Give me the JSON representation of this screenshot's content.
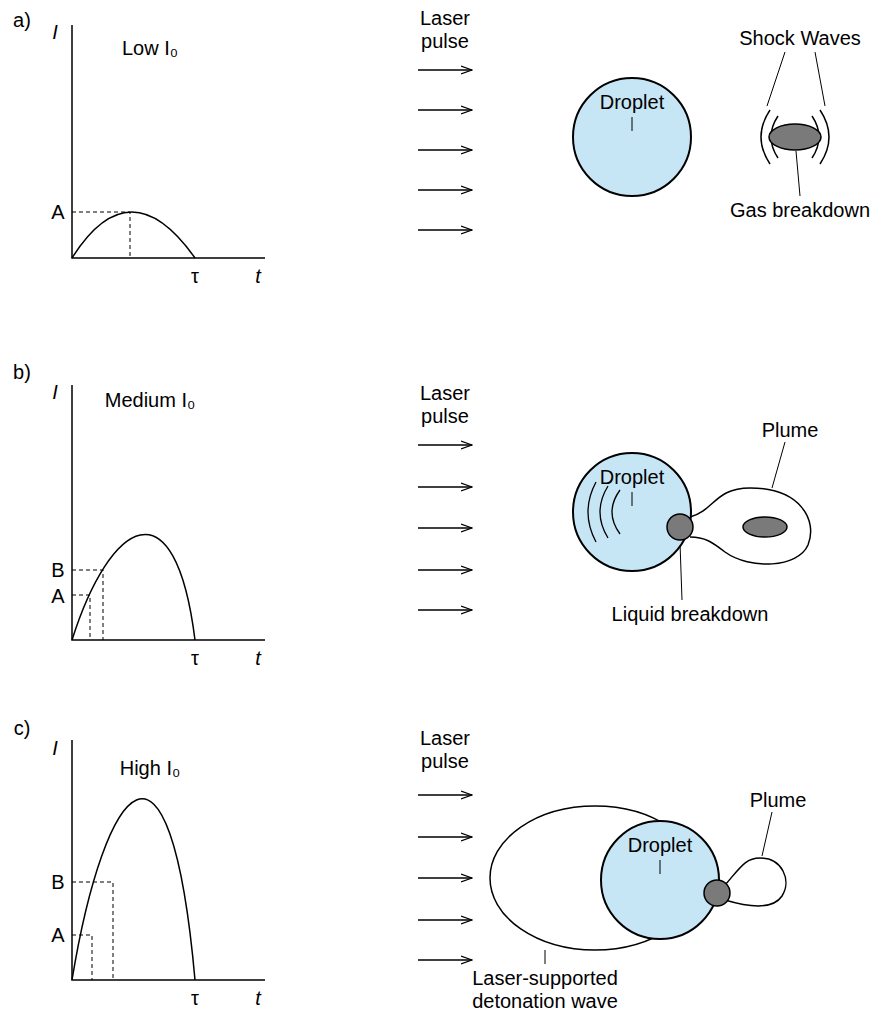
{
  "diagram": {
    "nodes": [
      {
        "text": [
          "Droplet"
        ]
      },
      {
        "text": [
          "Droplet"
        ]
      },
      {
        "text": [
          "Droplet"
        ]
      }
    ],
    "labels": [
      "a)",
      "I",
      "Low I₀",
      "A",
      "τ",
      "t",
      "Laser pulse",
      "Shock Waves",
      "Gas breakdown",
      "b)",
      "I",
      "Medium I₀",
      "B",
      "A",
      "τ",
      "t",
      "Laser pulse",
      "Plume",
      "Liquid breakdown",
      "c)",
      "I",
      "High I₀",
      "B",
      "A",
      "τ",
      "t",
      "Laser pulse",
      "Plume",
      "Laser-supported detonation wave"
    ]
  }
}
